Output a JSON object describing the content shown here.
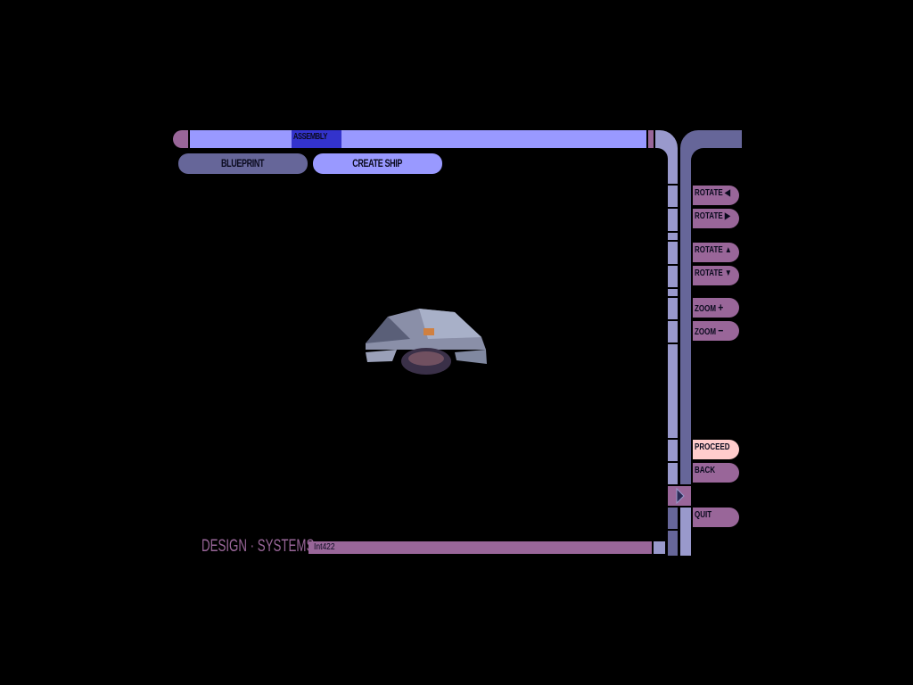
{
  "header": {
    "tab_label": "ASSEMBLY"
  },
  "toolbar": {
    "blueprint_label": "BLUEPRINT",
    "create_ship_label": "CREATE SHIP"
  },
  "controls": [
    {
      "label": "ROTATE",
      "icon": "triangle-left-icon",
      "glyph": "◀"
    },
    {
      "label": "ROTATE",
      "icon": "triangle-right-icon",
      "glyph": "▶"
    },
    {
      "label": "ROTATE",
      "icon": "triangle-up-icon",
      "glyph": "▲"
    },
    {
      "label": "ROTATE",
      "icon": "triangle-down-icon",
      "glyph": "▼"
    },
    {
      "label": "ZOOM",
      "icon": "plus-icon",
      "glyph": "+"
    },
    {
      "label": "ZOOM",
      "icon": "minus-icon",
      "glyph": "−"
    }
  ],
  "nav": {
    "proceed_label": "PROCEED",
    "back_label": "BACK",
    "quit_label": "QUIT"
  },
  "footer": {
    "brand": "DESIGN · SYSTEMS",
    "status": "Int422"
  },
  "colors": {
    "lavender": "#9999ff",
    "purple": "#996699",
    "slate": "#666699",
    "blue": "#3333cc",
    "pink": "#ffcccc"
  }
}
